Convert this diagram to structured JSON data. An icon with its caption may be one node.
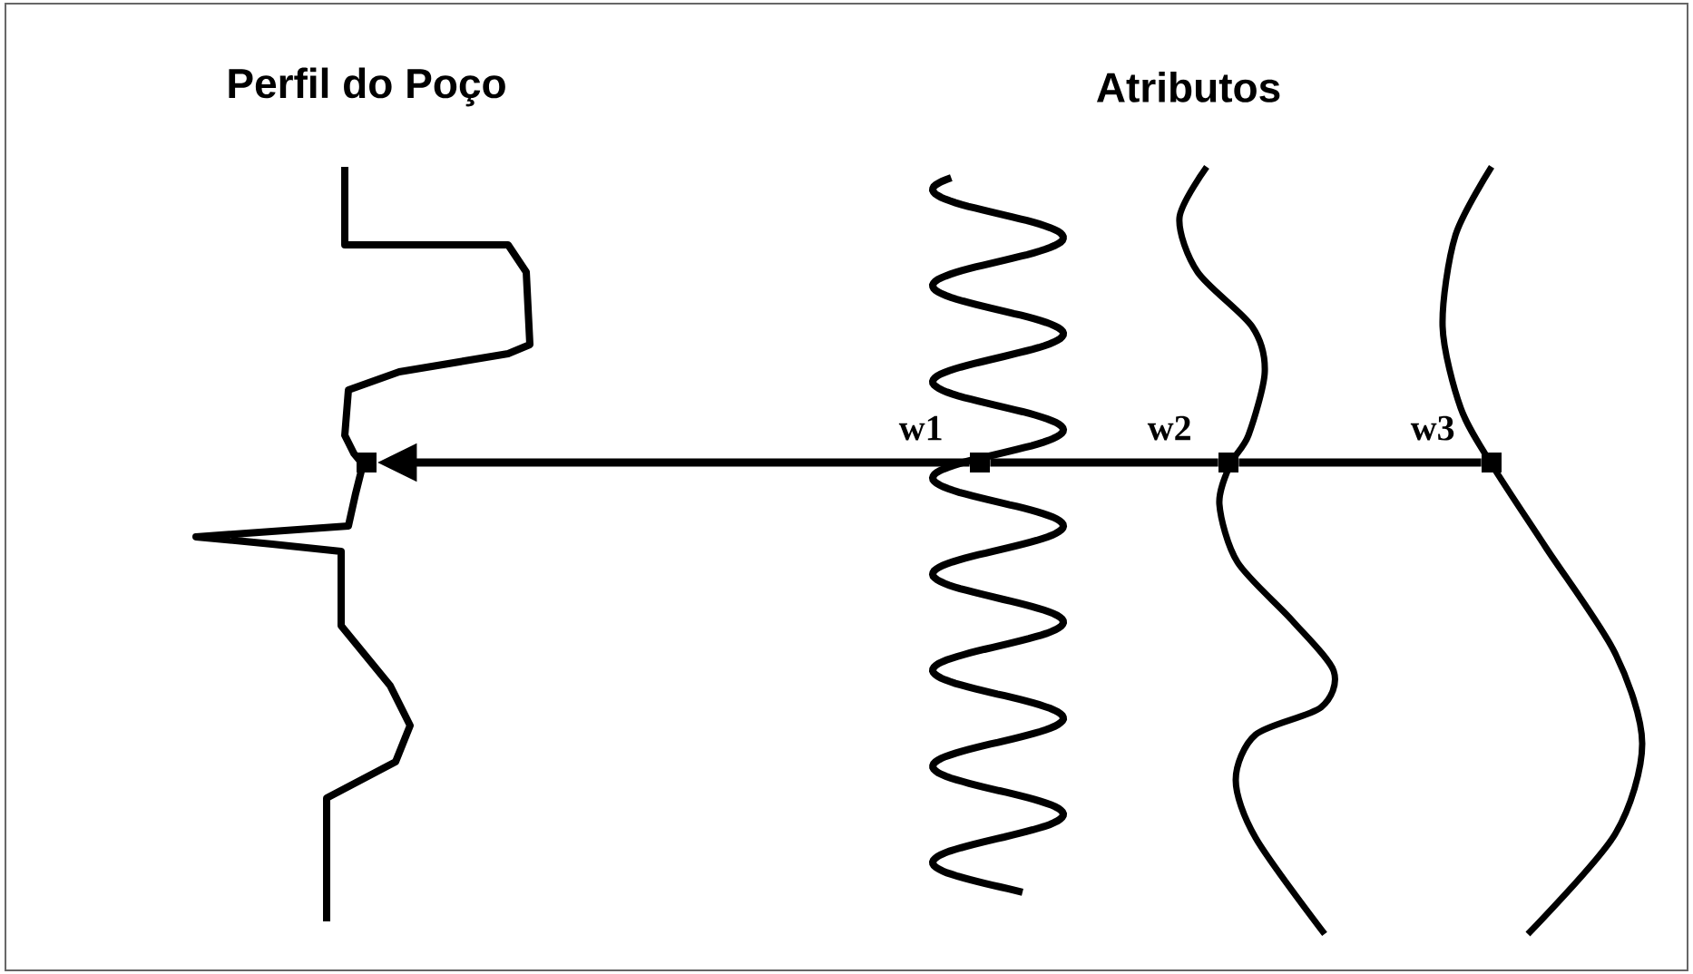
{
  "diagram": {
    "nodes": [
      {
        "text": [],
        "shape": "box"
      },
      {
        "text": [],
        "shape": "box",
        "beside": [
          "w1"
        ]
      },
      {
        "text": [],
        "shape": "box",
        "beside": [
          "w2"
        ]
      },
      {
        "text": [],
        "shape": "box",
        "beside": [
          "w3"
        ]
      }
    ],
    "edges": [
      {
        "from": 3,
        "to": 2,
        "arrow": "none"
      },
      {
        "from": 2,
        "to": 1,
        "arrow": "none"
      },
      {
        "from": 1,
        "to": 0,
        "arrow": "to"
      }
    ],
    "labels": [
      "Perfil do Poço",
      "Atributos"
    ]
  }
}
